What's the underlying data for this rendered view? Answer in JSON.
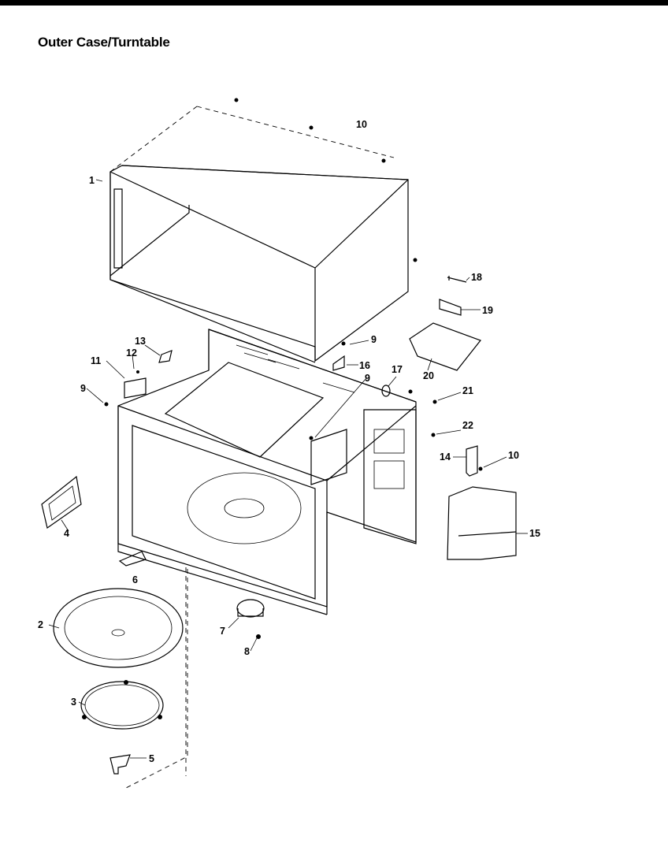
{
  "title": "Outer Case/Turntable",
  "callouts": [
    {
      "id": "c1",
      "text": "1"
    },
    {
      "id": "c2",
      "text": "2"
    },
    {
      "id": "c3",
      "text": "3"
    },
    {
      "id": "c4",
      "text": "4"
    },
    {
      "id": "c5",
      "text": "5"
    },
    {
      "id": "c6",
      "text": "6"
    },
    {
      "id": "c7",
      "text": "7"
    },
    {
      "id": "c8",
      "text": "8"
    },
    {
      "id": "c9a",
      "text": "9"
    },
    {
      "id": "c9b",
      "text": "9"
    },
    {
      "id": "c9c",
      "text": "9"
    },
    {
      "id": "c10a",
      "text": "10"
    },
    {
      "id": "c10b",
      "text": "10"
    },
    {
      "id": "c11",
      "text": "11"
    },
    {
      "id": "c12",
      "text": "12"
    },
    {
      "id": "c13",
      "text": "13"
    },
    {
      "id": "c14",
      "text": "14"
    },
    {
      "id": "c15",
      "text": "15"
    },
    {
      "id": "c16",
      "text": "16"
    },
    {
      "id": "c17",
      "text": "17"
    },
    {
      "id": "c18",
      "text": "18"
    },
    {
      "id": "c19",
      "text": "19"
    },
    {
      "id": "c20",
      "text": "20"
    },
    {
      "id": "c21",
      "text": "21"
    },
    {
      "id": "c22",
      "text": "22"
    }
  ]
}
